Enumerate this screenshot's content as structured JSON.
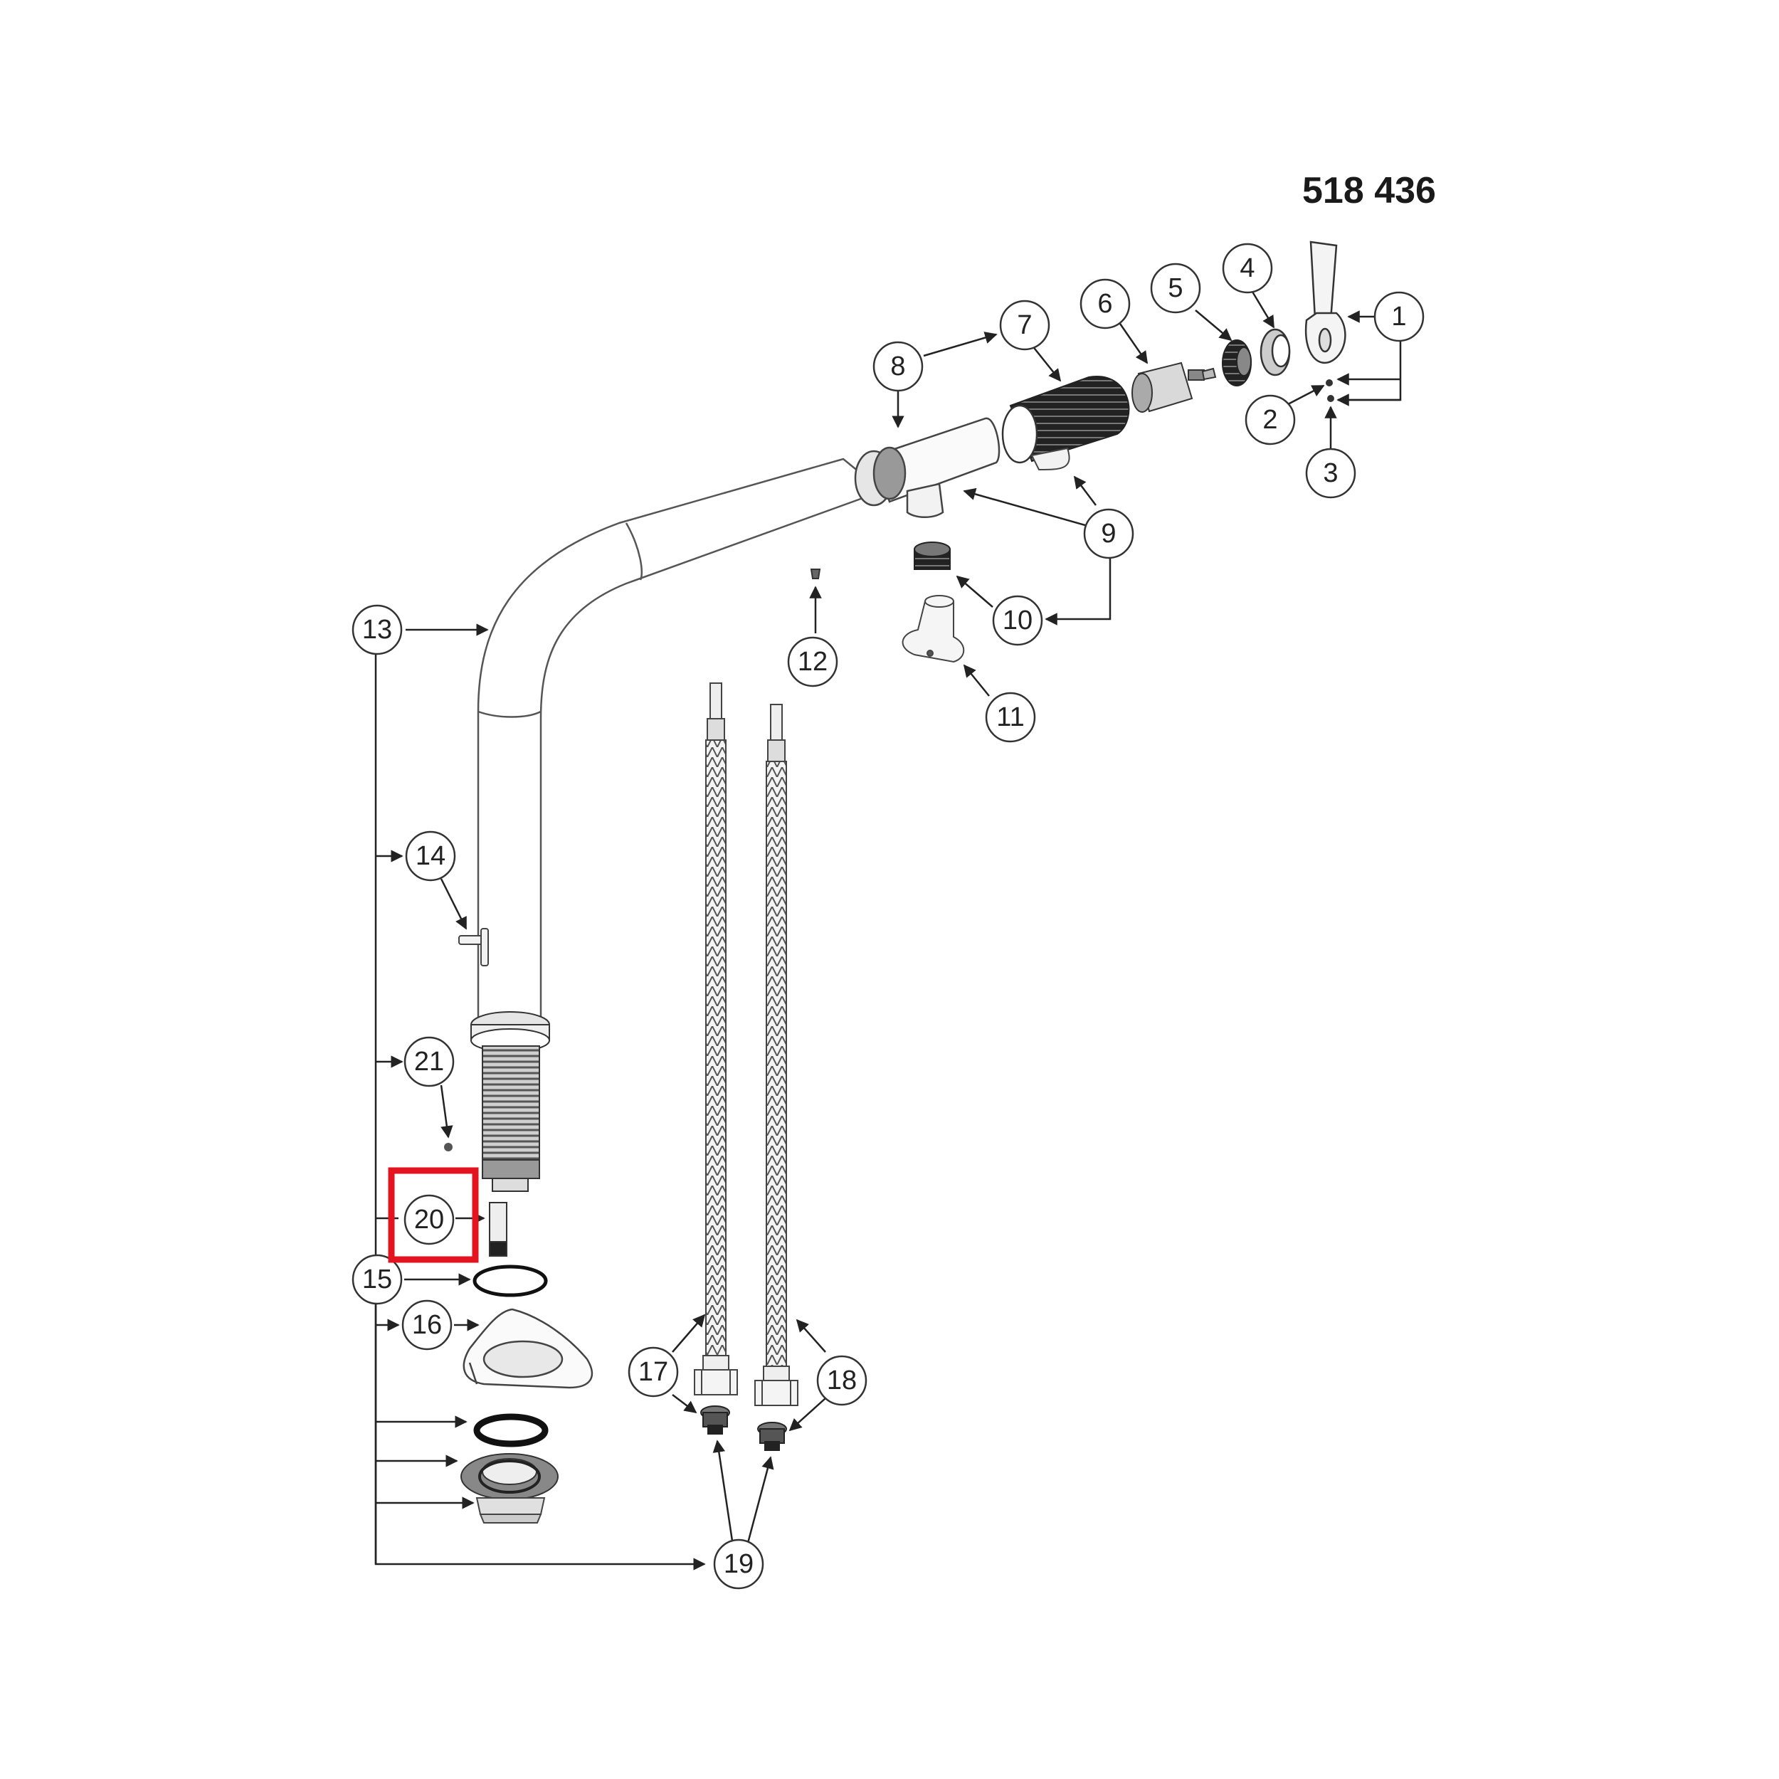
{
  "model_number": "518 436",
  "highlight_color": "#e3141f",
  "highlighted_callout": "20",
  "callouts": [
    "1",
    "2",
    "3",
    "4",
    "5",
    "6",
    "7",
    "8",
    "9",
    "10",
    "11",
    "12",
    "13",
    "14",
    "15",
    "16",
    "17",
    "18",
    "19",
    "20",
    "21"
  ],
  "parts": [
    "lever-handle",
    "grub-screw",
    "screw-cap",
    "cover-ring",
    "bonnet-nut",
    "cartridge",
    "cartridge-housing",
    "spout-body",
    "spout-outlet",
    "aerator",
    "outlet-base",
    "small-screw",
    "spout-tube",
    "pin",
    "o-ring",
    "base-plate",
    "washer",
    "flange",
    "lock-nut",
    "flexible-hose-cold",
    "flexible-hose-hot",
    "hose-filter-left",
    "hose-filter-right",
    "threaded-stud",
    "shank"
  ]
}
